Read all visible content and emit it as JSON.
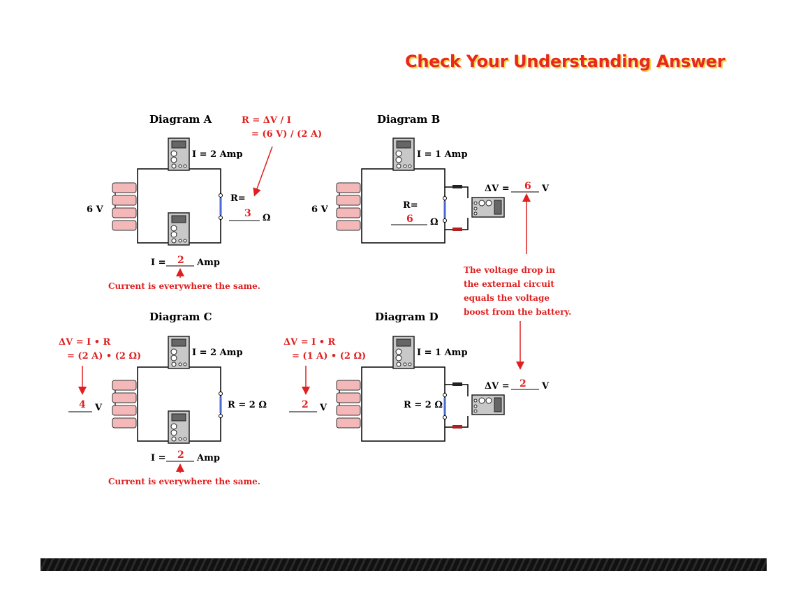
{
  "title": "Check Your Understanding Answer",
  "colors": {
    "answer": "#e02020",
    "wire": "#000000",
    "cell": "#f4b8b8",
    "meter": "#999999"
  },
  "diagrams": {
    "A": {
      "title": "Diagram A",
      "battery": "6 V",
      "top_meter": "I = 2 Amp",
      "r_label": "R=",
      "r_answer": "3",
      "r_unit": "Ω",
      "i_label": "I =",
      "i_answer": "2",
      "i_unit": "Amp",
      "formula_line1": "R = ΔV / I",
      "formula_line2": "= (6 V) / (2 A)",
      "note": "Current is everywhere the same."
    },
    "B": {
      "title": "Diagram B",
      "battery": "6 V",
      "top_meter": "I = 1 Amp",
      "r_label": "R=",
      "r_answer": "6",
      "r_unit": "Ω",
      "v_label": "ΔV =",
      "v_answer": "6",
      "v_unit": "V",
      "note_lines": [
        "The voltage drop in",
        "the external circuit",
        "equals the voltage",
        "boost from the battery."
      ]
    },
    "C": {
      "title": "Diagram C",
      "top_meter": "I = 2 Amp",
      "r_label": "R = 2 Ω",
      "formula_line1": "ΔV = I • R",
      "formula_line2": "= (2 A) • (2 Ω)",
      "v_answer": "4",
      "v_unit": "V",
      "i_label": "I =",
      "i_answer": "2",
      "i_unit": "Amp",
      "note": "Current is everywhere the same."
    },
    "D": {
      "title": "Diagram D",
      "top_meter": "I = 1 Amp",
      "r_label": "R = 2 Ω",
      "formula_line1": "ΔV = I • R",
      "formula_line2": "= (1 A) • (2 Ω)",
      "v_answer": "2",
      "v_unit": "V",
      "v_label": "ΔV =",
      "meter_v_answer": "2",
      "meter_v_unit": "V"
    }
  }
}
